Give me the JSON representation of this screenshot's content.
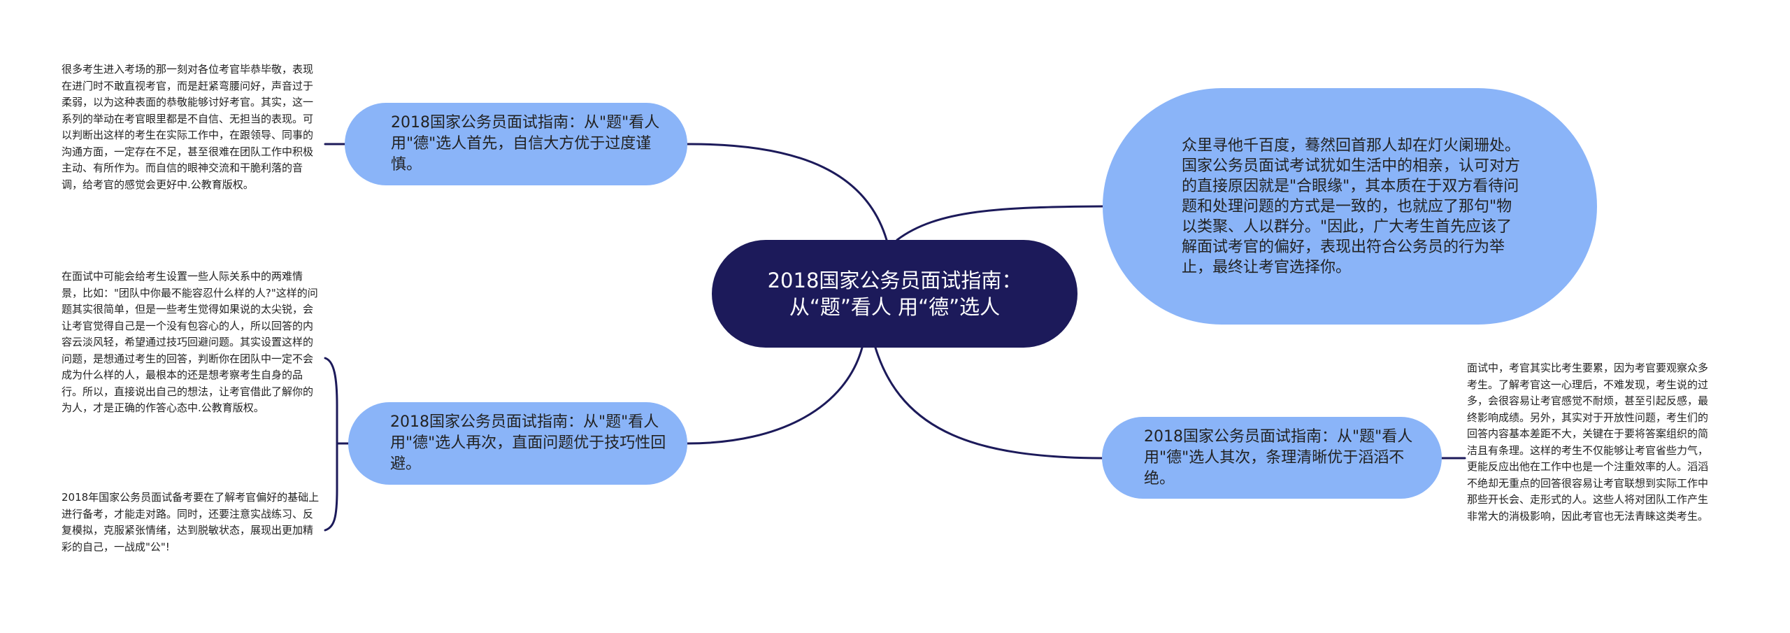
{
  "colors": {
    "root_fill": "#1c1a5a",
    "branch_fill": "#8ab4f8",
    "connector": "#1c1a5a",
    "leaf_text": "#222222",
    "background": "#ffffff"
  },
  "root": {
    "label": "2018国家公务员面试指南：从“题”看人 用“德”选人"
  },
  "branches": [
    {
      "position": "left-top",
      "label": "2018国家公务员面试指南：从\"题\"看人 用\"德\"选人首先，自信大方优于过度谨慎。",
      "leaves": [
        "很多考生进入考场的那一刻对各位考官毕恭毕敬，表现在进门时不敢直视考官，而是赶紧弯腰问好，声音过于柔弱，以为这种表面的恭敬能够讨好考官。其实，这一系列的举动在考官眼里都是不自信、无担当的表现。可以判断出这样的考生在实际工作中，在跟领导、同事的沟通方面，一定存在不足，甚至很难在团队工作中积极主动、有所作为。而自信的眼神交流和干脆利落的音调，给考官的感觉会更好中.公教育版权。"
      ]
    },
    {
      "position": "left-bottom",
      "label": "2018国家公务员面试指南：从\"题\"看人 用\"德\"选人再次，直面问题优于技巧性回避。",
      "leaves": [
        "在面试中可能会给考生设置一些人际关系中的两难情景，比如：\"团队中你最不能容忍什么样的人?\"这样的问题其实很简单，但是一些考生觉得如果说的太尖锐，会让考官觉得自己是一个没有包容心的人，所以回答的内容云淡风轻，希望通过技巧回避问题。其实设置这样的问题，是想通过考生的回答，判断你在团队中一定不会成为什么样的人，最根本的还是想考察考生自身的品行。所以，直接说出自己的想法，让考官借此了解你的为人，才是正确的作答心态中.公教育版权。",
        "2018年国家公务员面试备考要在了解考官偏好的基础上进行备考，才能走对路。同时，还要注意实战练习、反复模拟，克服紧张情绪，达到脱敏状态，展现出更加精彩的自己，一战成\"公\"!"
      ]
    },
    {
      "position": "right-top",
      "label": "众里寻他千百度，蓦然回首那人却在灯火阑珊处。国家公务员面试考试犹如生活中的相亲，认可对方的直接原因就是\"合眼缘\"，其本质在于双方看待问题和处理问题的方式是一致的，也就应了那句\"物以类聚、人以群分。\"因此，广大考生首先应该了解面试考官的偏好，表现出符合公务员的行为举止，最终让考官选择你。",
      "leaves": []
    },
    {
      "position": "right-bottom",
      "label": "2018国家公务员面试指南：从\"题\"看人 用\"德\"选人其次，条理清晰优于滔滔不绝。",
      "leaves": [
        "面试中，考官其实比考生要累，因为考官要观察众多考生。了解考官这一心理后，不难发现，考生说的过多，会很容易让考官感觉不耐烦，甚至引起反感，最终影响成绩。另外，其实对于开放性问题，考生们的回答内容基本差距不大，关键在于要将答案组织的简洁且有条理。这样的考生不仅能够让考官省些力气，更能反应出他在工作中也是一个注重效率的人。滔滔不绝却无重点的回答很容易让考官联想到实际工作中那些开长会、走形式的人。这些人将对团队工作产生非常大的消极影响，因此考官也无法青睐这类考生。"
      ]
    }
  ]
}
